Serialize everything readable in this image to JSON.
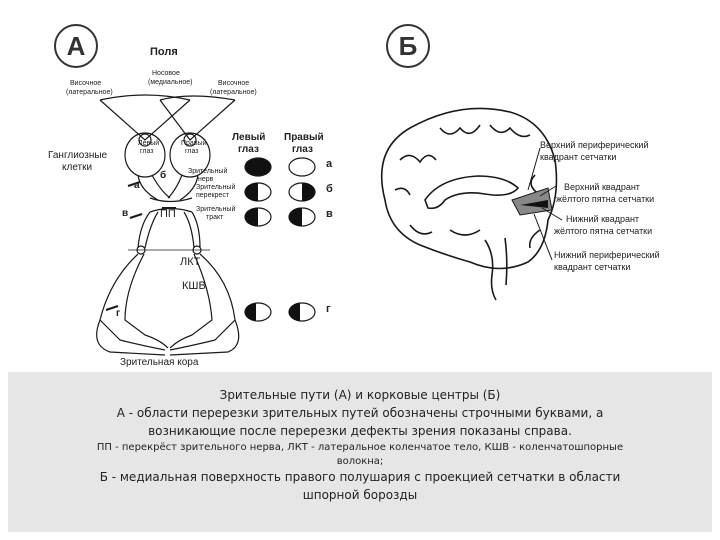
{
  "panel_a": {
    "badge": "А",
    "fields_title": "Поля",
    "temporal_left": [
      "Височное",
      "(латеральное)"
    ],
    "nasal": [
      "Носовое",
      "(медиальное)"
    ],
    "temporal_right": [
      "Височное",
      "(латеральное)"
    ],
    "ganglion_cells": [
      "Ганглиозные",
      "клетки"
    ],
    "left_eye_small": [
      "Левый",
      "глаз"
    ],
    "right_eye_small": [
      "Правый",
      "глаз"
    ],
    "left_eye_head": [
      "Левый",
      "глаз"
    ],
    "right_eye_head": [
      "Правый",
      "глаз"
    ],
    "optic_nerve": [
      "Зрительный",
      "нерв"
    ],
    "chiasm": [
      "Зрительный",
      "перекрест"
    ],
    "optic_tract": [
      "Зрительный",
      "тракт"
    ],
    "pp": "ПП",
    "lkt": "ЛКТ",
    "ksv": "КШВ",
    "visual_cortex": "Зрительная кора",
    "letters": {
      "a": "а",
      "b": "б",
      "v": "в",
      "g": "г"
    },
    "row_letters": [
      "а",
      "б",
      "в",
      "г"
    ]
  },
  "panel_b": {
    "badge": "Б",
    "labels": [
      [
        "Верхний периферический",
        "квадрант сетчатки"
      ],
      [
        "Верхний квадрант",
        "жёлтого пятна сетчатки"
      ],
      [
        "Нижний квадрант",
        "жёлтого пятна сетчатки"
      ],
      [
        "Нижний периферический",
        "квадрант сетчатки"
      ]
    ]
  },
  "caption": {
    "line1": "Зрительные пути (А) и корковые центры (Б)",
    "line2": "А - области перерезки зрительных путей обозначены строчными буквами, а",
    "line3": "возникающие после перерезки дефекты зрения показаны справа.",
    "line4": "ПП - перекрёст зрительного нерва, ЛКТ - латеральное коленчатое тело, КШВ - коленчатошпорные",
    "line5": "волокна;",
    "line6": "Б - медиальная поверхность правого полушария с проекцией сетчатки в области",
    "line7": "шпорной борозды"
  },
  "colors": {
    "ink": "#1a1a1a",
    "caption_bg": "#e6e6e6",
    "grey_fill": "#888888"
  }
}
